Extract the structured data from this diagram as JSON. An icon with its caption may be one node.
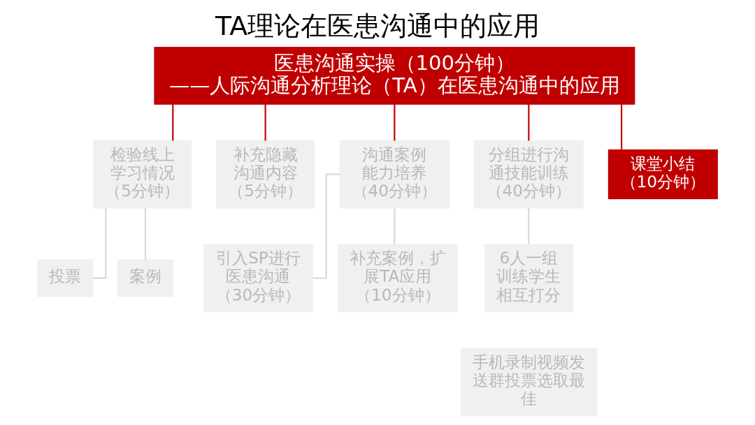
{
  "diagram": {
    "title": "TA理论在医患沟通中的应用",
    "nodes": [
      {
        "text": [
          "医患沟通实操（100分钟）",
          "——人际沟通分析理论（TA）在医患沟通中的应用"
        ]
      },
      {
        "text": [
          "检验线上学习情况（5分钟）"
        ]
      },
      {
        "text": [
          "补充隐藏沟通内容（5分钟）"
        ]
      },
      {
        "text": [
          "沟通案例能力培养（40分钟）"
        ]
      },
      {
        "text": [
          "分组进行沟通技能训练（40分钟）"
        ]
      },
      {
        "text": [
          "课堂小结（10分钟）"
        ]
      },
      {
        "text": [
          "投票"
        ]
      },
      {
        "text": [
          "案例"
        ]
      },
      {
        "text": [
          "引入SP进行医患沟通（30分钟）"
        ]
      },
      {
        "text": [
          "补充案例，扩展TA应用（10分钟）"
        ]
      },
      {
        "text": [
          "6人一组训练学生相互打分"
        ]
      },
      {
        "text": [
          "手机录制视频发送群投票选取最佳"
        ]
      }
    ],
    "edges": [
      {
        "from": 0,
        "to": 1,
        "arrow": "none"
      },
      {
        "from": 0,
        "to": 2,
        "arrow": "none"
      },
      {
        "from": 0,
        "to": 3,
        "arrow": "none"
      },
      {
        "from": 0,
        "to": 4,
        "arrow": "none"
      },
      {
        "from": 0,
        "to": 5,
        "arrow": "none"
      },
      {
        "from": 1,
        "to": 6,
        "arrow": "none",
        "color": "#d9d9d9"
      },
      {
        "from": 1,
        "to": 7,
        "arrow": "none",
        "color": "#d9d9d9"
      },
      {
        "from": 3,
        "to": 8,
        "arrow": "none",
        "color": "#d9d9d9"
      },
      {
        "from": 3,
        "to": 9,
        "arrow": "none",
        "color": "#d9d9d9"
      },
      {
        "from": 4,
        "to": 10,
        "arrow": "none",
        "color": "#d9d9d9"
      }
    ]
  }
}
